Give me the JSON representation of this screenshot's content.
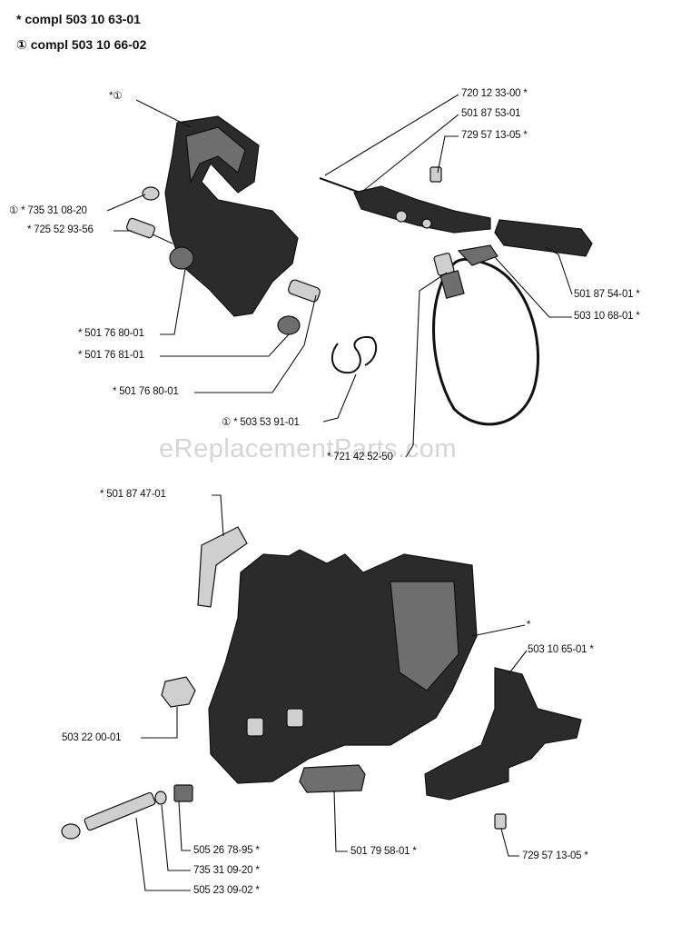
{
  "header": {
    "line1": "*  compl 503 10 63-01",
    "line2": "① compl 503 10 66-02"
  },
  "watermark": "eReplacementParts.com",
  "callouts": {
    "c_top_left": "*①",
    "c_735310820": "① * 735 31 08-20",
    "c_725529356": "* 725 52 93-56",
    "c_501768001a": "* 501 76 80-01",
    "c_501768101": "* 501 76 81-01",
    "c_501768001b": "* 501 76 80-01",
    "c_503539101": "① * 503 53 91-01",
    "c_721425250": "* 721 42 52-50",
    "c_720123300": "720 12 33-00 *",
    "c_501875301": "501 87 53-01",
    "c_729571305a": "729 57 13-05 *",
    "c_501875401": "501 87 54-01 *",
    "c_503106801": "503 10 68-01 *",
    "c_501874701": "* 501 87 47-01",
    "c_star": "*",
    "c_503106501": "503 10 65-01 *",
    "c_503220001": "503 22 00-01",
    "c_505267895": "505 26 78-95 *",
    "c_735310920": "735 31 09-20 *",
    "c_505230902": "505 23 09-02 *",
    "c_501795801": "501 79 58-01 *",
    "c_729571305b": "729 57 13-05 *"
  }
}
